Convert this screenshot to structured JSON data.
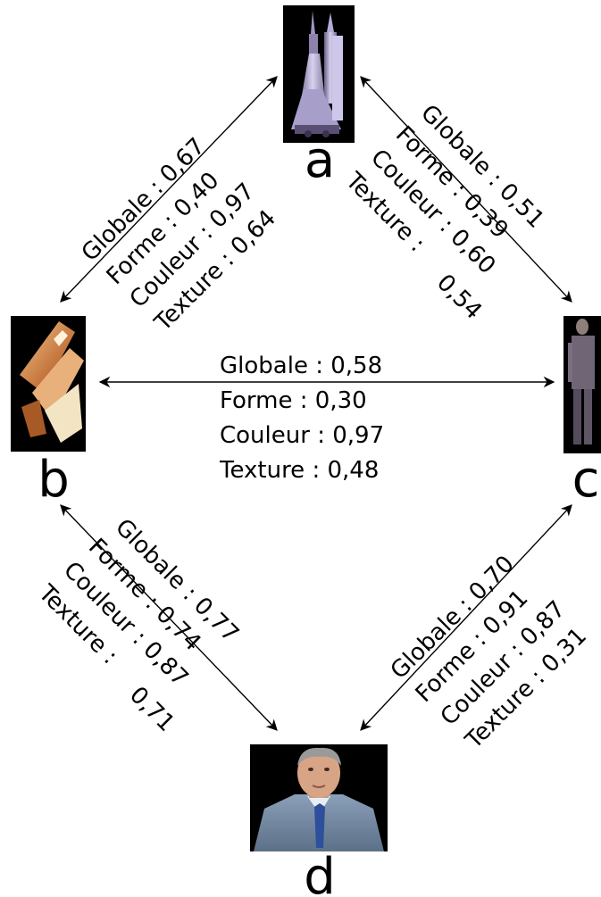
{
  "nodes": {
    "a": {
      "letter": "a",
      "image": "space-shuttle-launch"
    },
    "b": {
      "letter": "b",
      "image": "space-shuttle-tilted"
    },
    "c": {
      "letter": "c",
      "image": "standing-person-dark"
    },
    "d": {
      "letter": "d",
      "image": "news-anchor-portrait"
    }
  },
  "edges": {
    "a_b": {
      "globale": "Globale : 0,67",
      "forme": "Forme : 0,40",
      "couleur": "Couleur : 0,97",
      "texture": "Texture : 0,64"
    },
    "a_c": {
      "globale": "Globale : 0,51",
      "forme": "Forme : 0,39",
      "couleur": "Couleur : 0,60",
      "texture": "Texture :",
      "texture_value": "0,54"
    },
    "b_c": {
      "globale": "Globale : 0,58",
      "forme": "Forme : 0,30",
      "couleur": "Couleur : 0,97",
      "texture": "Texture :  0,48"
    },
    "b_d": {
      "globale": "Globale : 0,77",
      "forme": "Forme : 0,74",
      "couleur": "Couleur : 0,87",
      "texture": "Texture :",
      "texture_value": "0,71"
    },
    "c_d": {
      "globale": "Globale : 0,70",
      "forme": "Forme : 0,91",
      "couleur": "Couleur : 0,87",
      "texture": "Texture : 0,31"
    }
  }
}
